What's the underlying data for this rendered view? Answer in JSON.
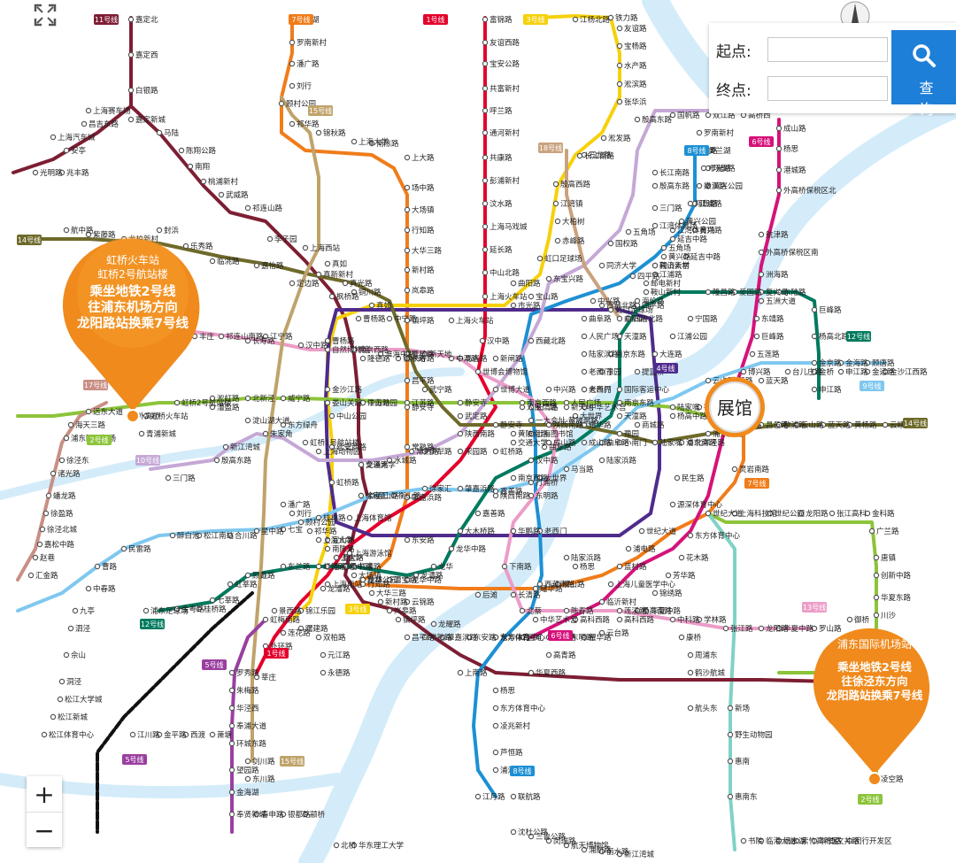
{
  "search": {
    "start_label": "起点:",
    "end_label": "终点:",
    "button_label": "查 询"
  },
  "zoom": {
    "in_label": "+",
    "out_label": "−"
  },
  "expo_label": "展馆",
  "pins": [
    {
      "title1": "虹桥火车站",
      "title2": "虹桥2号航站楼",
      "line1": "乘坐地铁2号线",
      "line2": "往浦东机场方向",
      "line3": "龙阳路站换乘7号线"
    },
    {
      "title1": "浦东国际机场站",
      "title2": "",
      "line1": "乘坐地铁2号线",
      "line2": "往徐泾东方向",
      "line3": "龙阳路站换乘7号线"
    }
  ],
  "colors": {
    "line1": "#e4002b",
    "line2": "#8cc43a",
    "line3": "#f6d10a",
    "line4": "#4f2b8c",
    "line5": "#9a3fa0",
    "line6": "#d6127a",
    "line7": "#f07c1a",
    "line8": "#1d90d3",
    "line9": "#7fc8ef",
    "line10": "#c5a8d6",
    "line11": "#7d1e33",
    "line12": "#007a5e",
    "line13": "#ec9cc8",
    "line14": "#6e6a2a",
    "line15": "#bfa36b",
    "line16": "#7fd3c6",
    "line17": "#c98f85",
    "maglev": "#111111",
    "river": "#d4ecfa",
    "pin": "#f08a1c"
  },
  "badges": [
    {
      "label": "11号线",
      "color": "#7d1e33"
    },
    {
      "label": "7号线",
      "color": "#f07c1a"
    },
    {
      "label": "1号线",
      "color": "#e4002b"
    },
    {
      "label": "3号线",
      "color": "#f6d10a"
    },
    {
      "label": "15号线",
      "color": "#bfa36b"
    },
    {
      "label": "18号线",
      "color": "#c9a27e"
    },
    {
      "label": "8号线",
      "color": "#1d90d3"
    },
    {
      "label": "6号线",
      "color": "#d6127a"
    },
    {
      "label": "14号线",
      "color": "#6e6a2a"
    },
    {
      "label": "12号线",
      "color": "#007a5e"
    },
    {
      "label": "9号线",
      "color": "#7fc8ef"
    },
    {
      "label": "17号线",
      "color": "#c98f85"
    },
    {
      "label": "2号线",
      "color": "#8cc43a"
    },
    {
      "label": "10号线",
      "color": "#c5a8d6"
    },
    {
      "label": "4号线",
      "color": "#4f2b8c"
    },
    {
      "label": "7号线",
      "color": "#f07c1a"
    },
    {
      "label": "13号线",
      "color": "#ec9cc8"
    },
    {
      "label": "12号线",
      "color": "#007a5e"
    },
    {
      "label": "5号线",
      "color": "#9a3fa0"
    },
    {
      "label": "1号线",
      "color": "#e4002b"
    },
    {
      "label": "6号线",
      "color": "#d6127a"
    },
    {
      "label": "3号线",
      "color": "#f6d10a"
    },
    {
      "label": "5号线",
      "color": "#9a3fa0"
    },
    {
      "label": "15号线",
      "color": "#bfa36b"
    },
    {
      "label": "8号线",
      "color": "#1d90d3"
    },
    {
      "label": "14号线",
      "color": "#6e6a2a"
    },
    {
      "label": "2号线",
      "color": "#8cc43a"
    }
  ],
  "stations": [
    "嘉定北",
    "嘉定西",
    "白银路",
    "嘉定新城",
    "马陆",
    "陈翔公路",
    "南翔",
    "桃浦新村",
    "武威路",
    "祁连山路",
    "李子园",
    "上海西站",
    "真如",
    "枫桥路",
    "曹杨路",
    "隆德路",
    "江苏路",
    "交通大学",
    "徐家汇",
    "上海游泳馆",
    "龙华",
    "云锦路",
    "龙耀路",
    "东方体育中心",
    "上海赛车场",
    "昌吉东路",
    "上海汽车城",
    "安亭",
    "兆丰路",
    "光明路",
    "美兰湖",
    "罗南新村",
    "潘广路",
    "刘行",
    "顾村公园",
    "祁华路",
    "锦秋路",
    "上海大学",
    "南陈路",
    "上大路",
    "场中路",
    "大场镇",
    "行知路",
    "大华三路",
    "新村路",
    "岚皋路",
    "镇坪路",
    "长寿路",
    "昌平路",
    "静安寺",
    "常熟路",
    "肇嘉浜路",
    "东安路",
    "龙华中路",
    "后滩",
    "长清路",
    "耀华路",
    "成山路",
    "杨思",
    "东方体育中心",
    "富锦路",
    "友谊西路",
    "宝安公路",
    "共富新村",
    "呼兰路",
    "通河新村",
    "共康路",
    "彭浦新村",
    "汶水路",
    "上海马戏城",
    "延长路",
    "中山北路",
    "上海火车站",
    "汉中路",
    "新闸路",
    "人民广场",
    "黄陂南路",
    "陕西南路",
    "常熟路",
    "衡山路",
    "徐家汇",
    "上海体育馆",
    "漕宝路",
    "上海南站",
    "锦江乐园",
    "莲花路",
    "外环路",
    "莘庄",
    "江杨北路",
    "铁力路",
    "友谊路",
    "宝杨路",
    "水产路",
    "淞滨路",
    "张华浜",
    "淞发路",
    "长江南路",
    "殷高西路",
    "江湾镇",
    "大柏树",
    "赤峰路",
    "虹口足球场",
    "东宝兴路",
    "宝山路",
    "上海火车站",
    "中潭路",
    "镇坪路",
    "曹杨路",
    "金沙江路",
    "中山公园",
    "延安西路",
    "虹桥路",
    "宜山路",
    "漕溪路",
    "龙漕路",
    "石龙路",
    "长江南路",
    "殷高东路",
    "三门路",
    "江湾体育场",
    "五角场",
    "国权路",
    "同济大学",
    "四平路",
    "鞍山新村",
    "江浦路",
    "黄兴路",
    "延吉中路",
    "黄兴公园",
    "翔殷路",
    "嫩江路",
    "市光路",
    "曲阳路",
    "西藏北路",
    "中兴路",
    "曲阜路",
    "大世界",
    "老西门",
    "陆家浜路",
    "西藏南路",
    "中华艺术宫",
    "耀华路",
    "成山路",
    "杨思",
    "港城路",
    "外高桥保税区北",
    "航津路",
    "外高桥保税区南",
    "洲海路",
    "五洲大道",
    "东靖路",
    "巨峰路",
    "五莲路",
    "博兴路",
    "金桥路",
    "云山路",
    "德平路",
    "北洋泾路",
    "民生路",
    "源深体育中心",
    "世纪大道",
    "浦电路",
    "蓝村路",
    "上海儿童医学中心",
    "临沂新村",
    "高科西路",
    "东明路",
    "高青路",
    "华夏西路",
    "上南路",
    "灵岩南路",
    "东方体育中心",
    "花木路",
    "芳华路",
    "锦绣路",
    "杨高南路",
    "高科西路",
    "云台路",
    "耀华路",
    "长清路",
    "后滩",
    "龙华中路",
    "东安路",
    "肇嘉浜路",
    "常熟路",
    "昌平路",
    "镇坪路",
    "岚皋路",
    "新村路",
    "大华三路",
    "行知路",
    "大场镇",
    "场中路",
    "上大路",
    "南陈路",
    "上海大学",
    "祁华路",
    "顾村公园",
    "刘行",
    "潘广路",
    "罗南新村",
    "美兰湖",
    "市光路",
    "嫩江路",
    "翔殷路",
    "黄兴公园",
    "延吉中路",
    "黄兴路",
    "江浦路",
    "鞍山新村",
    "四平路",
    "曲阳路",
    "虹口足球场",
    "西藏北路",
    "中兴路",
    "曲阜路",
    "人民广场",
    "陆家浜路",
    "老西门",
    "大世界",
    "中华艺术宫",
    "耀华路",
    "成山路",
    "杨思",
    "东方体育中心",
    "凌兆新村",
    "芦恒路",
    "浦江镇",
    "江月路",
    "联航路",
    "沈杜公路",
    "三鲁公路",
    "闵瑞路",
    "航天博物馆",
    "浦航路",
    "丽水路",
    "新江湾城",
    "殷高东路",
    "国帆路",
    "双江路",
    "高桥西",
    "高桥",
    "港城路",
    "基隆路",
    "外高桥",
    "虹桥火车站",
    "虹桥2号航站楼",
    "淞虹路",
    "北新泾",
    "威宁路",
    "娄山关路",
    "中山公园",
    "江苏路",
    "静安寺",
    "南京西路",
    "人民广场",
    "南京东路",
    "陆家嘴",
    "东昌路",
    "世纪大道",
    "上海科技馆",
    "世纪公园",
    "龙阳路",
    "张江高科",
    "金科路",
    "广兰路",
    "唐镇",
    "创新中路",
    "华夏东路",
    "川沙",
    "凌空路",
    "远东大道",
    "海天三路",
    "浦东国际机场",
    "徐泾东",
    "诸光路",
    "蟠龙路",
    "徐盈路",
    "徐泾北城",
    "嘉松中路",
    "赵巷",
    "汇金路",
    "青浦新城",
    "漕盈路",
    "淀山湖大道",
    "朱家角",
    "东方绿舟",
    "虹桥1号航站楼",
    "上海动物园",
    "龙溪路",
    "水城路",
    "伊犁路",
    "宋园路",
    "虹桥路",
    "交通大学",
    "上海图书馆",
    "陕西南路",
    "新天地",
    "老西门",
    "豫园",
    "南京东路",
    "天潼路",
    "四川北路",
    "海伦路",
    "邮电新村",
    "同济大学",
    "五角场",
    "江湾体育场",
    "三门路",
    "殷高东路",
    "新江湾城",
    "航中路",
    "紫藤路",
    "龙柏新村",
    "封浜",
    "乐秀路",
    "临洮路",
    "嘉怡路",
    "定边路",
    "真新新村",
    "真光路",
    "铜川路",
    "真如",
    "中宁路",
    "曹杨路",
    "武宁路",
    "武定路",
    "静安寺",
    "一大会址·黄陂南路",
    "大世界",
    "豫园",
    "陆家嘴",
    "浦东南路",
    "浦东大道",
    "源深路",
    "昌邑路",
    "歇浦路",
    "云山路",
    "蓝天路",
    "黄杨路",
    "云顺路",
    "浦东足球场",
    "金粤路",
    "桂桥路",
    "七莘路",
    "虹莘路",
    "顾戴路",
    "东兰路",
    "虹梅路",
    "虹漕路",
    "桂林公园",
    "漕宝路",
    "龙漕路",
    "龙华",
    "龙华中路",
    "大木桥路",
    "嘉善路",
    "陕西南路",
    "南京西路",
    "汉中路",
    "曲阜路",
    "天潼路",
    "国际客运中心",
    "提篮桥",
    "大连路",
    "江浦公园",
    "宁国路",
    "隆昌路",
    "爱国路",
    "复兴岛",
    "东陆路",
    "巨峰路",
    "杨高北路",
    "金京路",
    "申江路",
    "金海路",
    "顾唐路",
    "民雷路",
    "曹路",
    "中春路",
    "九亭",
    "泗泾",
    "佘山",
    "洞泾",
    "松江大学城",
    "松江新城",
    "松江体育中心",
    "醉白池",
    "松江南站",
    "合川路",
    "星中路",
    "七宝",
    "桂林路",
    "宜山路",
    "徐家汇",
    "肇嘉浜路",
    "嘉善路",
    "打浦桥",
    "马当路",
    "陆家浜路",
    "小南门",
    "商城路",
    "杨高中路",
    "芳甸路",
    "蓝天路",
    "台儿庄路",
    "金桥",
    "申江路",
    "金运路",
    "金沙江西路",
    "丰庄",
    "祁连山南路",
    "长寿路",
    "江宁路",
    "汉中路",
    "自然博物馆",
    "南京西路",
    "淮海中路",
    "新天地",
    "马当路",
    "世博会博物馆",
    "世博大道",
    "长清路",
    "成山路",
    "东明路",
    "华鹏路",
    "下南路",
    "北蔡",
    "陈春路",
    "莲溪路",
    "华夏中路",
    "中科路",
    "学林路",
    "张江路",
    "龙阳路",
    "华夏中路",
    "罗山路",
    "御桥",
    "康桥",
    "周浦东",
    "鹤沙航城",
    "航头东",
    "新场",
    "野生动物园",
    "惠南",
    "惠南东",
    "书院",
    "临港大道",
    "滴水湖",
    "紫竹高新区",
    "华宁路",
    "文井路",
    "闵行开发区",
    "剑川路",
    "东川路",
    "金平路",
    "江川路",
    "西渡",
    "萧塘",
    "奉浦大道",
    "环城东路",
    "望园路",
    "金海湖",
    "奉贤新城",
    "春申路",
    "银都路",
    "颛桥",
    "北桥",
    "华东理工大学",
    "罗秀路",
    "朱梅路",
    "华泾西",
    "虹梅南路",
    "景西路",
    "曙建路",
    "双柏路",
    "元江路",
    "永德路"
  ]
}
